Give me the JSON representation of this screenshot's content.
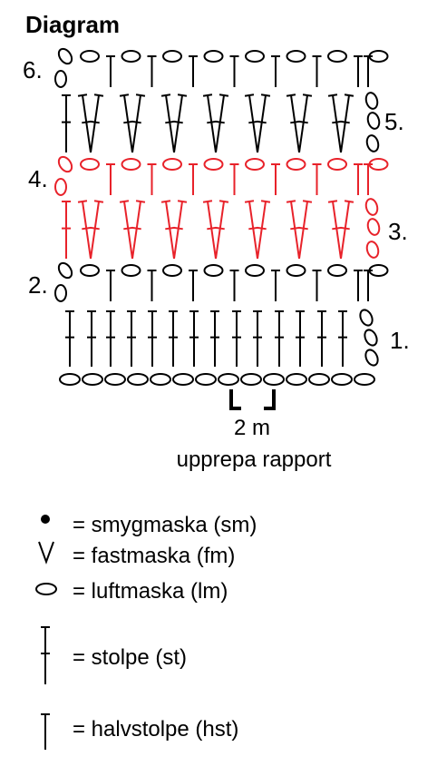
{
  "title": "Diagram",
  "colors": {
    "ink": "#000000",
    "highlight": "#e8222a",
    "background": "#ffffff"
  },
  "rows": [
    {
      "id": "row-1",
      "label": "1.",
      "color": "ink"
    },
    {
      "id": "row-2",
      "label": "2.",
      "color": "ink"
    },
    {
      "id": "row-3",
      "label": "3.",
      "color": "highlight"
    },
    {
      "id": "row-4",
      "label": "4.",
      "color": "highlight"
    },
    {
      "id": "row-5",
      "label": "5.",
      "color": "ink"
    },
    {
      "id": "row-6",
      "label": "6.",
      "color": "ink"
    }
  ],
  "repeat": {
    "count_label": "2 m",
    "caption": "upprepa rapport"
  },
  "legend": [
    {
      "icon": "slip-stitch-icon",
      "text": "= smygmaska (sm)"
    },
    {
      "icon": "single-crochet-icon",
      "text": "= fastmaska (fm)"
    },
    {
      "icon": "chain-stitch-icon",
      "text": "= luftmaska (lm)"
    },
    {
      "icon": "double-crochet-icon",
      "text": "= stolpe (st)"
    },
    {
      "icon": "half-double-crochet-icon",
      "text": "= halvstolpe (hst)"
    }
  ]
}
